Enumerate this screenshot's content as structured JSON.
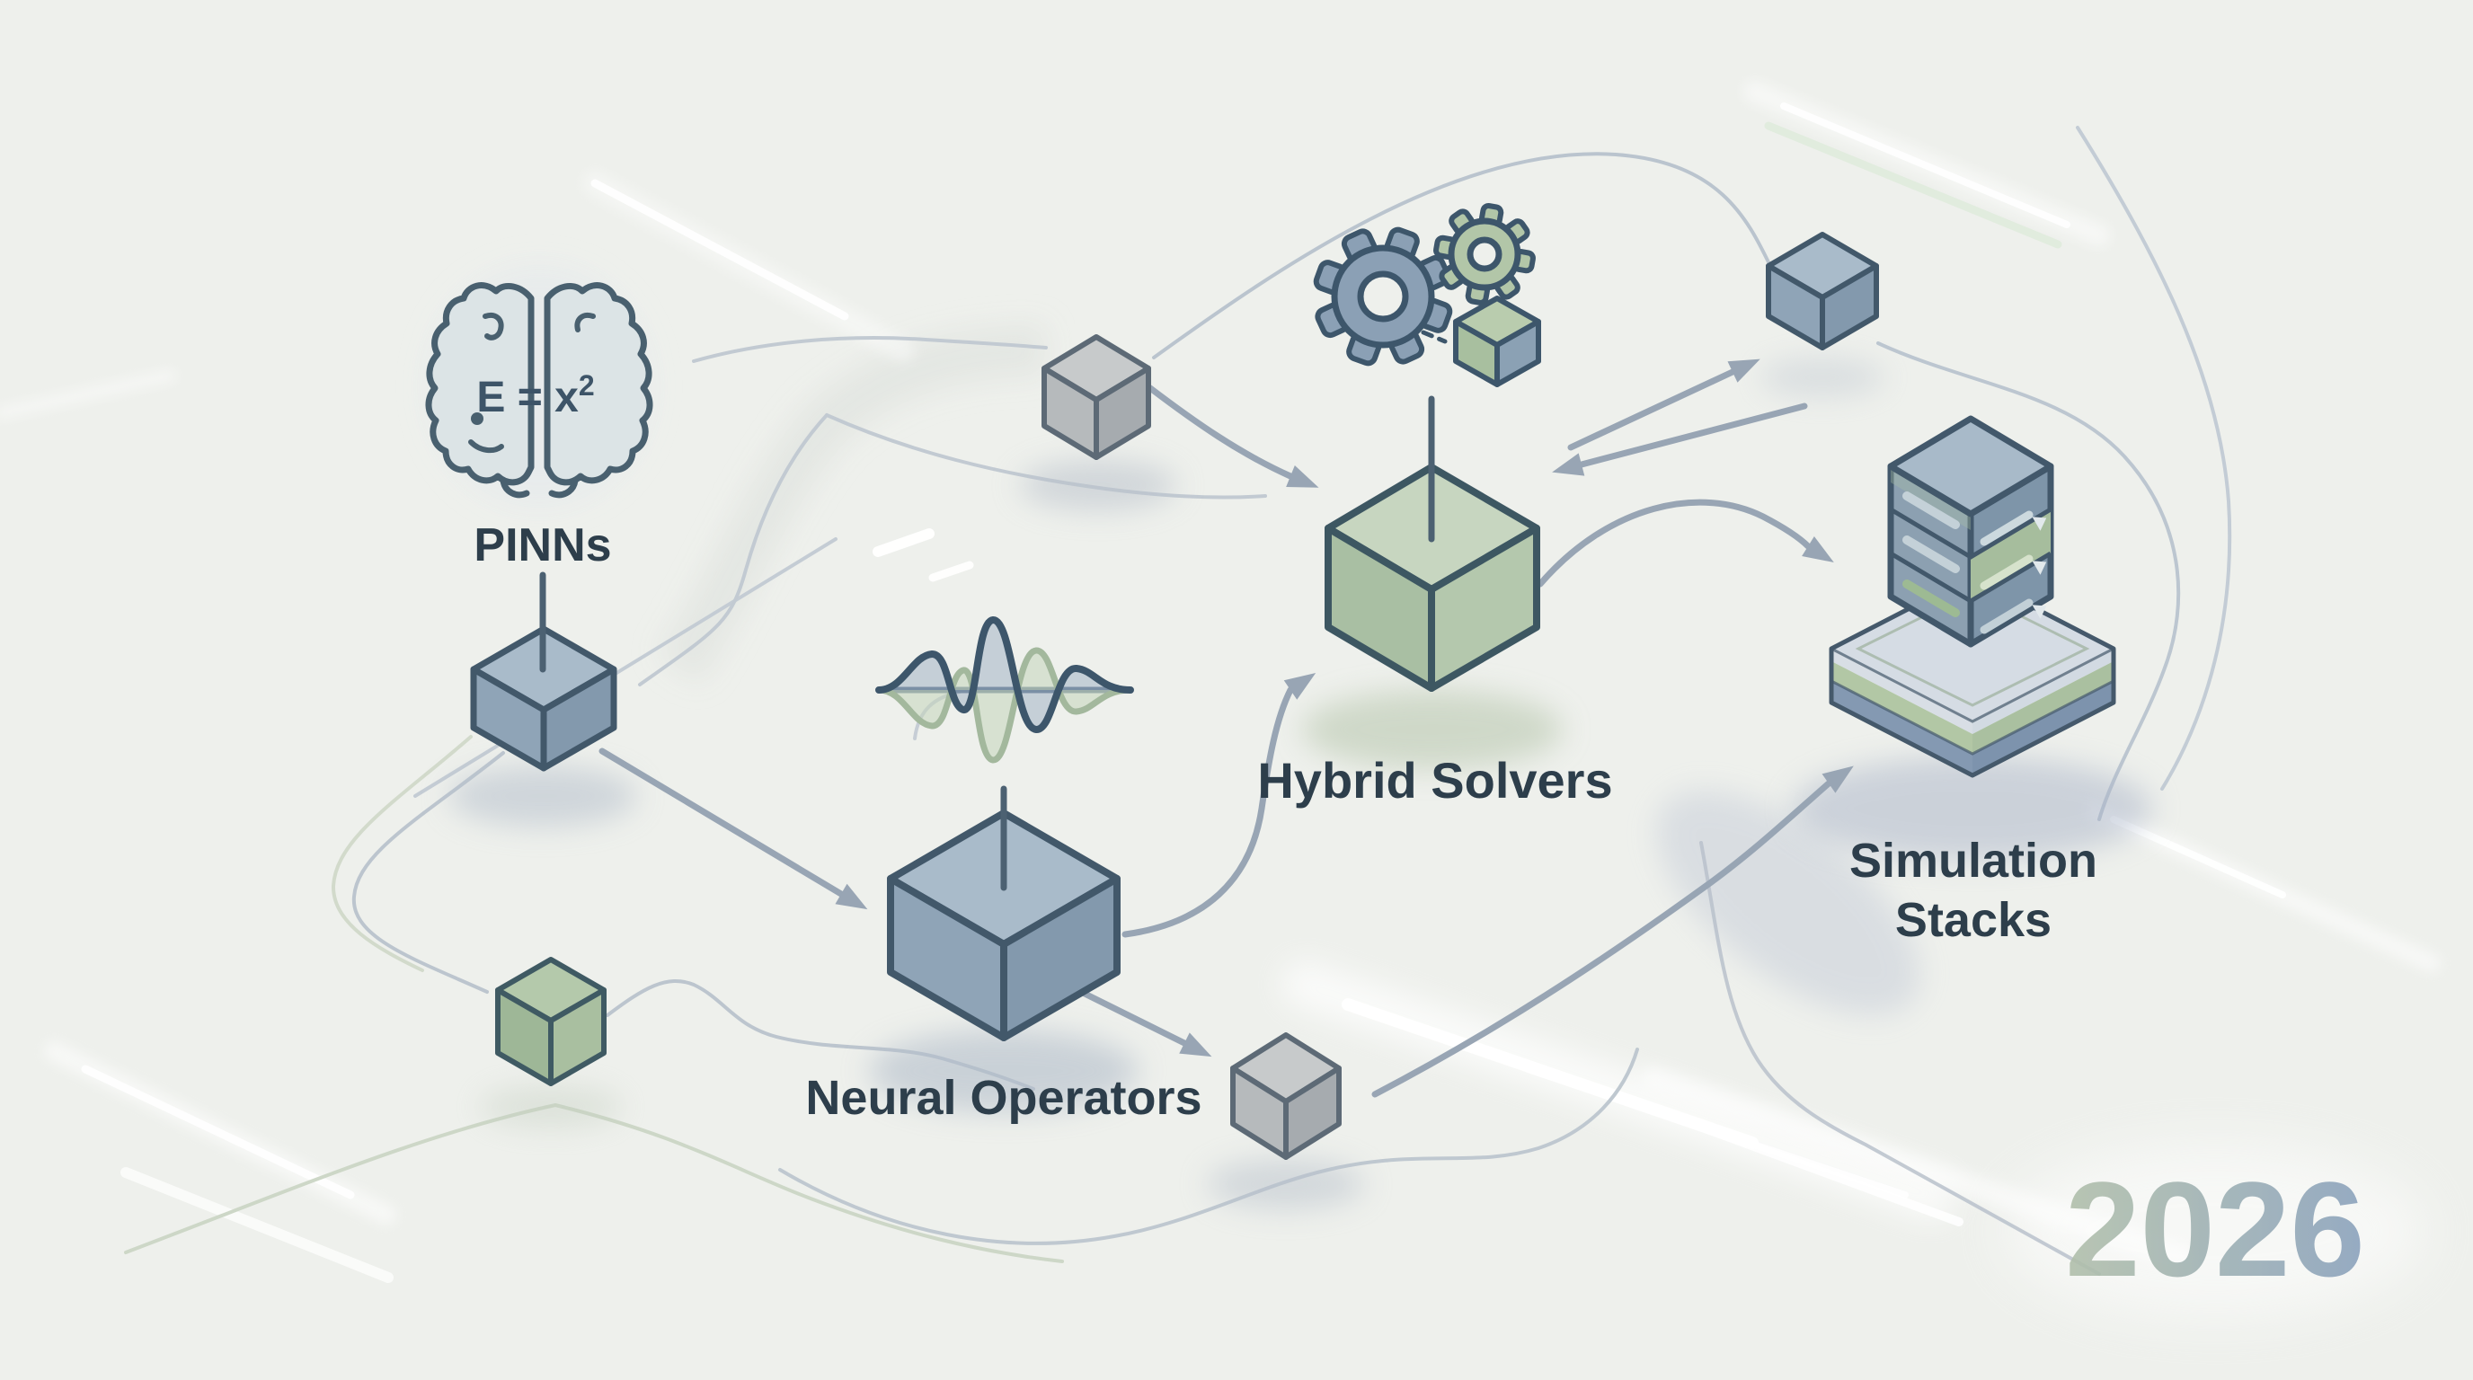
{
  "meta": {
    "year": "2026",
    "theme": "isometric roadmap of ML-for-simulation methods"
  },
  "nodes": {
    "pinns": {
      "label": "PINNs",
      "icon": "brain-formula-icon",
      "formula_base": "E = x",
      "formula_exp": "2",
      "cube_color": "blue"
    },
    "neural_operators": {
      "label": "Neural Operators",
      "icon": "wavelet-icon",
      "cube_color": "blue"
    },
    "hybrid_solvers": {
      "label": "Hybrid Solvers",
      "icon": "gears-icon",
      "cube_color": "green"
    },
    "simulation_stacks": {
      "label_line1": "Simulation",
      "label_line2": "Stacks",
      "icon": "server-stack-icon"
    }
  },
  "satellite_cubes": [
    {
      "name": "relay-cube-top",
      "color": "gray"
    },
    {
      "name": "relay-cube-top-right",
      "color": "blue"
    },
    {
      "name": "relay-cube-bottom-left",
      "color": "green"
    },
    {
      "name": "relay-cube-bottom",
      "color": "gray"
    },
    {
      "name": "gear-cube",
      "color": "green-blue"
    }
  ],
  "edges": [
    {
      "from": "pinns",
      "to": "neural_operators"
    },
    {
      "from": "neural_operators",
      "to": "relay-cube-bottom"
    },
    {
      "from": "relay-cube-top",
      "to": "hybrid_solvers"
    },
    {
      "from": "neural_operators",
      "to": "hybrid_solvers"
    },
    {
      "from": "hybrid_solvers",
      "to": "relay-cube-top-right"
    },
    {
      "from": "relay-cube-top-right",
      "to": "hybrid_solvers"
    },
    {
      "from": "hybrid_solvers",
      "to": "simulation_stacks"
    },
    {
      "from": "relay-cube-bottom",
      "to": "simulation_stacks"
    }
  ],
  "colors": {
    "background": "#eef0ec",
    "outline_dark": "#3f5568",
    "arrow_gray": "#98a5b4",
    "label": "#2d3e4b",
    "cube_blue_top": "#a9bbca",
    "cube_green_top": "#c7d6c0",
    "year_gradient": [
      "#b2c0ab",
      "#8ba2bd"
    ]
  }
}
